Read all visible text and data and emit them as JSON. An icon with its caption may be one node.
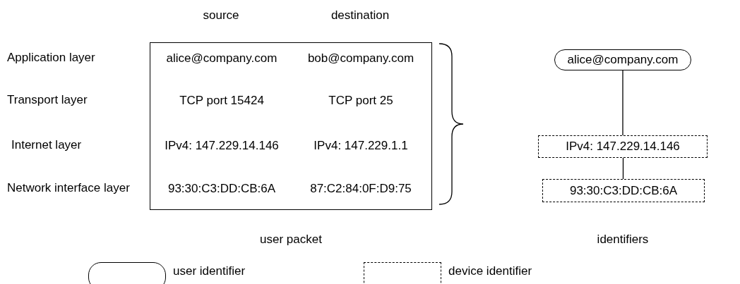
{
  "diagram": {
    "nodes": [
      {
        "text": [
          "alice@company.com",
          "bob@company.com",
          "TCP port 15424",
          "TCP port 25",
          "IPv4: 147.229.14.146",
          "IPv4: 147.229.1.1",
          "93:30:C3:DD:CB:6A",
          "87:C2:84:0F:D9:75",
          "user packet"
        ]
      },
      {
        "text": [
          "alice@company.com"
        ]
      },
      {
        "text": [
          "IPv4: 147.229.14.146"
        ]
      },
      {
        "text": [
          "93:30:C3:DD:CB:6A"
        ]
      }
    ],
    "edges": [
      {
        "from": 1,
        "to": 2,
        "arrow": "none"
      },
      {
        "from": 2,
        "to": 3,
        "arrow": "none"
      }
    ],
    "labels": [
      "source",
      "destination",
      "Application layer",
      "Transport layer",
      "Internet layer",
      "Network interface layer",
      "identifiers"
    ],
    "legend": [
      {
        "text": "user identifier"
      },
      {
        "text": "device identifier"
      }
    ]
  }
}
